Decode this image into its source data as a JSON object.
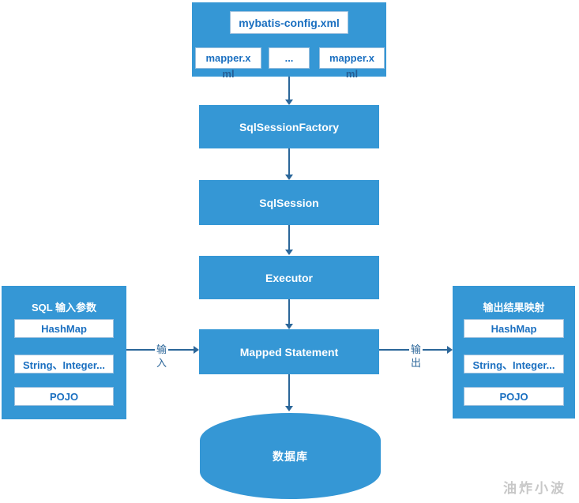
{
  "top_group": {
    "config_file": "mybatis-config.xml",
    "mapper_left": "mapper.x",
    "mapper_left_overflow": "ml",
    "mapper_middle": "...",
    "mapper_right": "mapper.x",
    "mapper_right_overflow": "ml"
  },
  "flow": {
    "nodes": [
      "SqlSessionFactory",
      "SqlSession",
      "Executor",
      "Mapped Statement"
    ],
    "database_label": "数据库"
  },
  "left_panel": {
    "title": "SQL 输入参数",
    "items": [
      "HashMap",
      "String、Integer...",
      "POJO"
    ]
  },
  "right_panel": {
    "title": "输出结果映射",
    "items": [
      "HashMap",
      "String、Integer...",
      "POJO"
    ]
  },
  "labels": {
    "input": "输入",
    "output": "输出"
  },
  "watermark": "油炸小波",
  "colors": {
    "node_fill": "#3597d5",
    "arrow": "#2b6699",
    "box_text": "#1a6fc0",
    "overflow_text": "#255e94",
    "box_border": "#9bbfdd",
    "watermark": "#c8c8c8"
  }
}
